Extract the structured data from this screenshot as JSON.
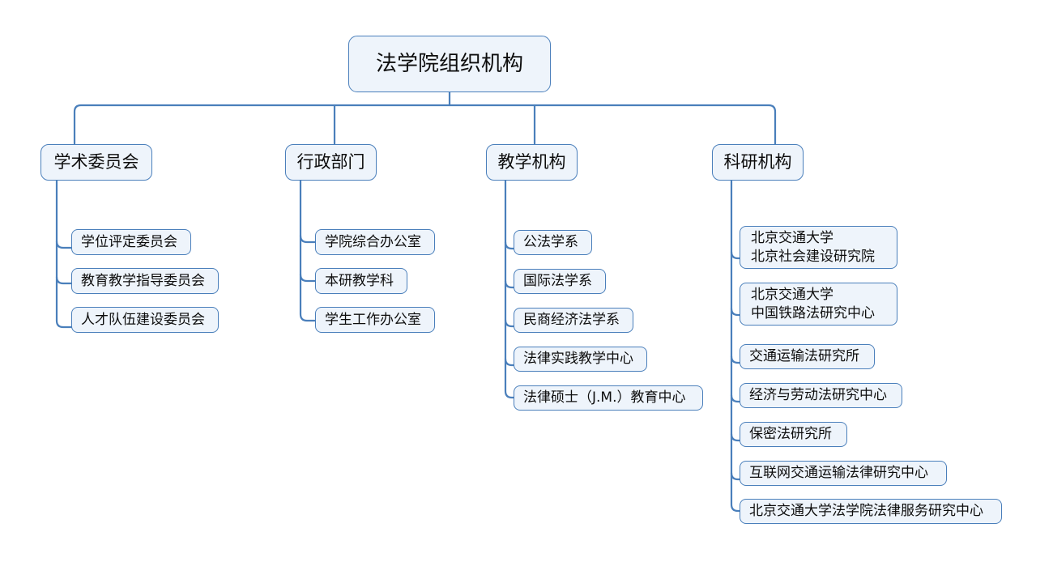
{
  "diagram": {
    "title": "法学院组织机构",
    "type": "organization-chart",
    "colors": {
      "node_fill": "#eef4fb",
      "node_border": "#4a7fbb",
      "connector": "#4a7fbb",
      "text": "#0d0d0d",
      "background": "#ffffff"
    },
    "root": {
      "label": "法学院组织机构"
    },
    "branches": [
      {
        "label": "学术委员会",
        "children": [
          {
            "label": "学位评定委员会"
          },
          {
            "label": "教育教学指导委员会"
          },
          {
            "label": "人才队伍建设委员会"
          }
        ]
      },
      {
        "label": "行政部门",
        "children": [
          {
            "label": "学院综合办公室"
          },
          {
            "label": "本研教学科"
          },
          {
            "label": "学生工作办公室"
          }
        ]
      },
      {
        "label": "教学机构",
        "children": [
          {
            "label": "公法学系"
          },
          {
            "label": "国际法学系"
          },
          {
            "label": "民商经济法学系"
          },
          {
            "label": "法律实践教学中心"
          },
          {
            "label": "法律硕士（J.M.）教育中心"
          }
        ]
      },
      {
        "label": "科研机构",
        "children": [
          {
            "label": "北京交通大学\n北京社会建设研究院"
          },
          {
            "label": "北京交通大学\n中国铁路法研究中心"
          },
          {
            "label": "交通运输法研究所"
          },
          {
            "label": "经济与劳动法研究中心"
          },
          {
            "label": "保密法研究所"
          },
          {
            "label": "互联网交通运输法律研究中心"
          },
          {
            "label": "北京交通大学法学院法律服务研究中心"
          }
        ]
      }
    ]
  }
}
